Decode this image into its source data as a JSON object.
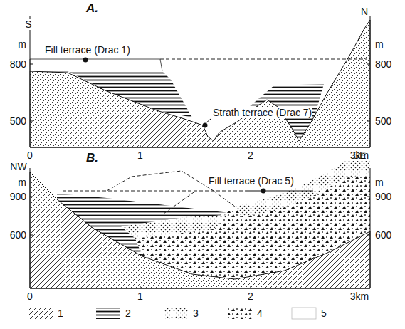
{
  "diagram": {
    "labels": [
      "A.",
      "S",
      "N",
      "m",
      "m",
      "800",
      "800",
      "500",
      "500",
      "Fill terrace (Drac 1)",
      "Strath terrace (Drac 7)",
      "0",
      "1",
      "2",
      "3km",
      "B.",
      "NW",
      "SE",
      "m",
      "m",
      "900",
      "900",
      "600",
      "600",
      "Fill terrace (Drac 5)",
      "0",
      "1",
      "2",
      "3km"
    ],
    "legend": [
      {
        "text": "1"
      },
      {
        "text": "2"
      },
      {
        "text": "3"
      },
      {
        "text": "4"
      },
      {
        "text": "5"
      }
    ]
  }
}
